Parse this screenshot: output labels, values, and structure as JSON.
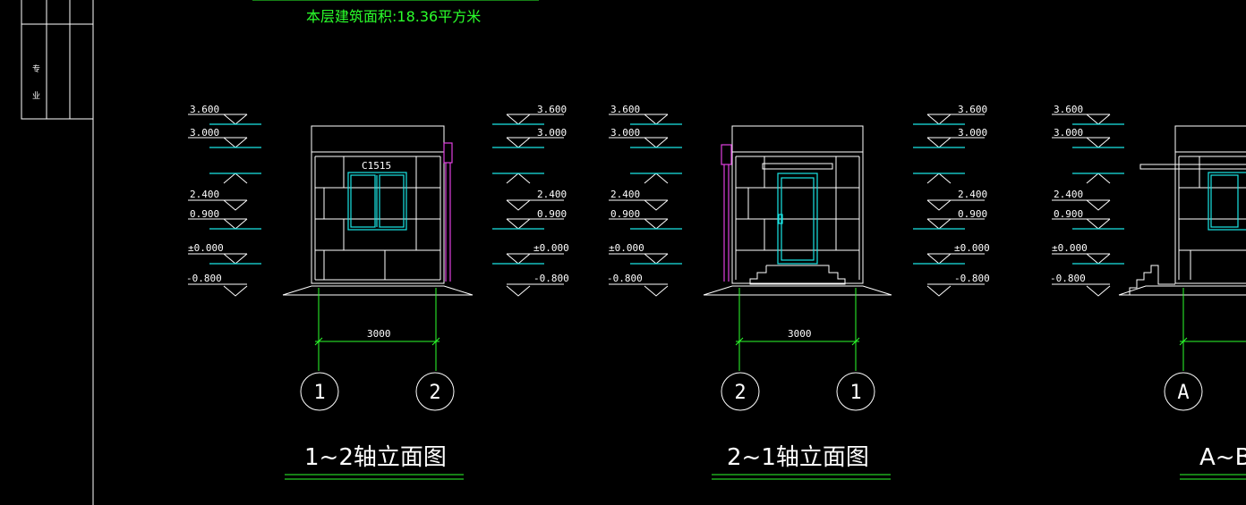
{
  "header": {
    "area_text": "本层建筑面积:18.36平方米"
  },
  "title_block": {
    "chars": [
      "专",
      "业"
    ]
  },
  "views": [
    {
      "title": "1~2轴立面图",
      "dimension": "3000",
      "axes": [
        "1",
        "2"
      ],
      "left_levels": [
        "3.600",
        "3.000",
        "2.400",
        "0.900",
        "±0.000",
        "-0.800"
      ],
      "right_levels": [
        "3.600",
        "3.000",
        "2.400",
        "0.900",
        "±0.000",
        "-0.800"
      ],
      "window_label": "C1515"
    },
    {
      "title": "2~1轴立面图",
      "dimension": "3000",
      "axes": [
        "2",
        "1"
      ],
      "left_levels": [
        "3.600",
        "3.000",
        "2.400",
        "0.900",
        "±0.000",
        "-0.800"
      ],
      "right_levels": [
        "3.600",
        "3.000",
        "2.400",
        "0.900",
        "±0.000",
        "-0.800"
      ]
    },
    {
      "title": "A~B",
      "axes": [
        "A"
      ],
      "left_levels": [
        "3.600",
        "3.000",
        "2.400",
        "0.900",
        "±0.000",
        "-0.800"
      ]
    }
  ],
  "colors": {
    "background": "#000000",
    "line": "#ffffff",
    "cyan": "#19e6e6",
    "green": "#2bff2b",
    "magenta": "#e040e0"
  }
}
